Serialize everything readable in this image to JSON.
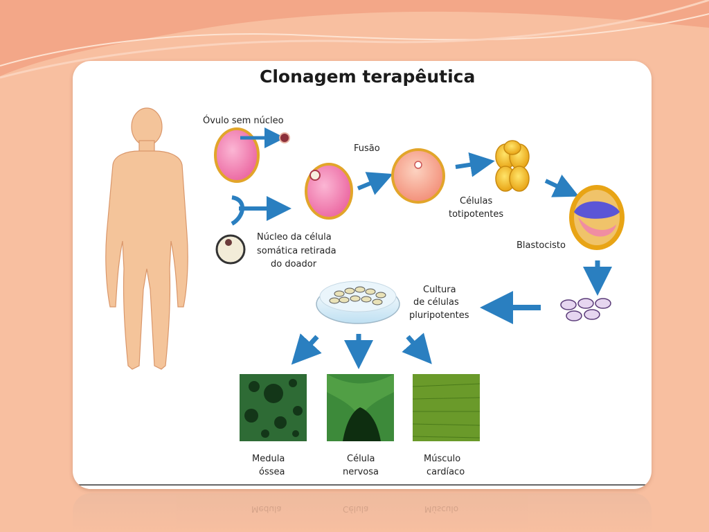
{
  "title": "Clonagem terapêutica",
  "labels": {
    "ovulo": "Óvulo sem núcleo",
    "fusao": "Fusão",
    "celulas_1": "Células",
    "celulas_2": "totipotentes",
    "nucleo_1": "Núcleo da célula",
    "nucleo_2": "somática retirada",
    "nucleo_3": "do doador",
    "blastocisto": "Blastocisto",
    "cultura_1": "Cultura",
    "cultura_2": "de células",
    "cultura_3": "pluripotentes"
  },
  "tissues": [
    {
      "line1": "Medula",
      "line2": "óssea",
      "color": "#2e6b35"
    },
    {
      "line1": "Célula",
      "line2": "nervosa",
      "color": "#3d8a3a"
    },
    {
      "line1": "Músculo",
      "line2": "cardíaco",
      "color": "#6a9a2a"
    }
  ],
  "colors": {
    "background": "#f8bfa0",
    "skin": "#f4c49a",
    "egg_pink": "#f07fb0",
    "egg_rim": "#e2a52a",
    "arrow_blue": "#2a7fc0"
  }
}
